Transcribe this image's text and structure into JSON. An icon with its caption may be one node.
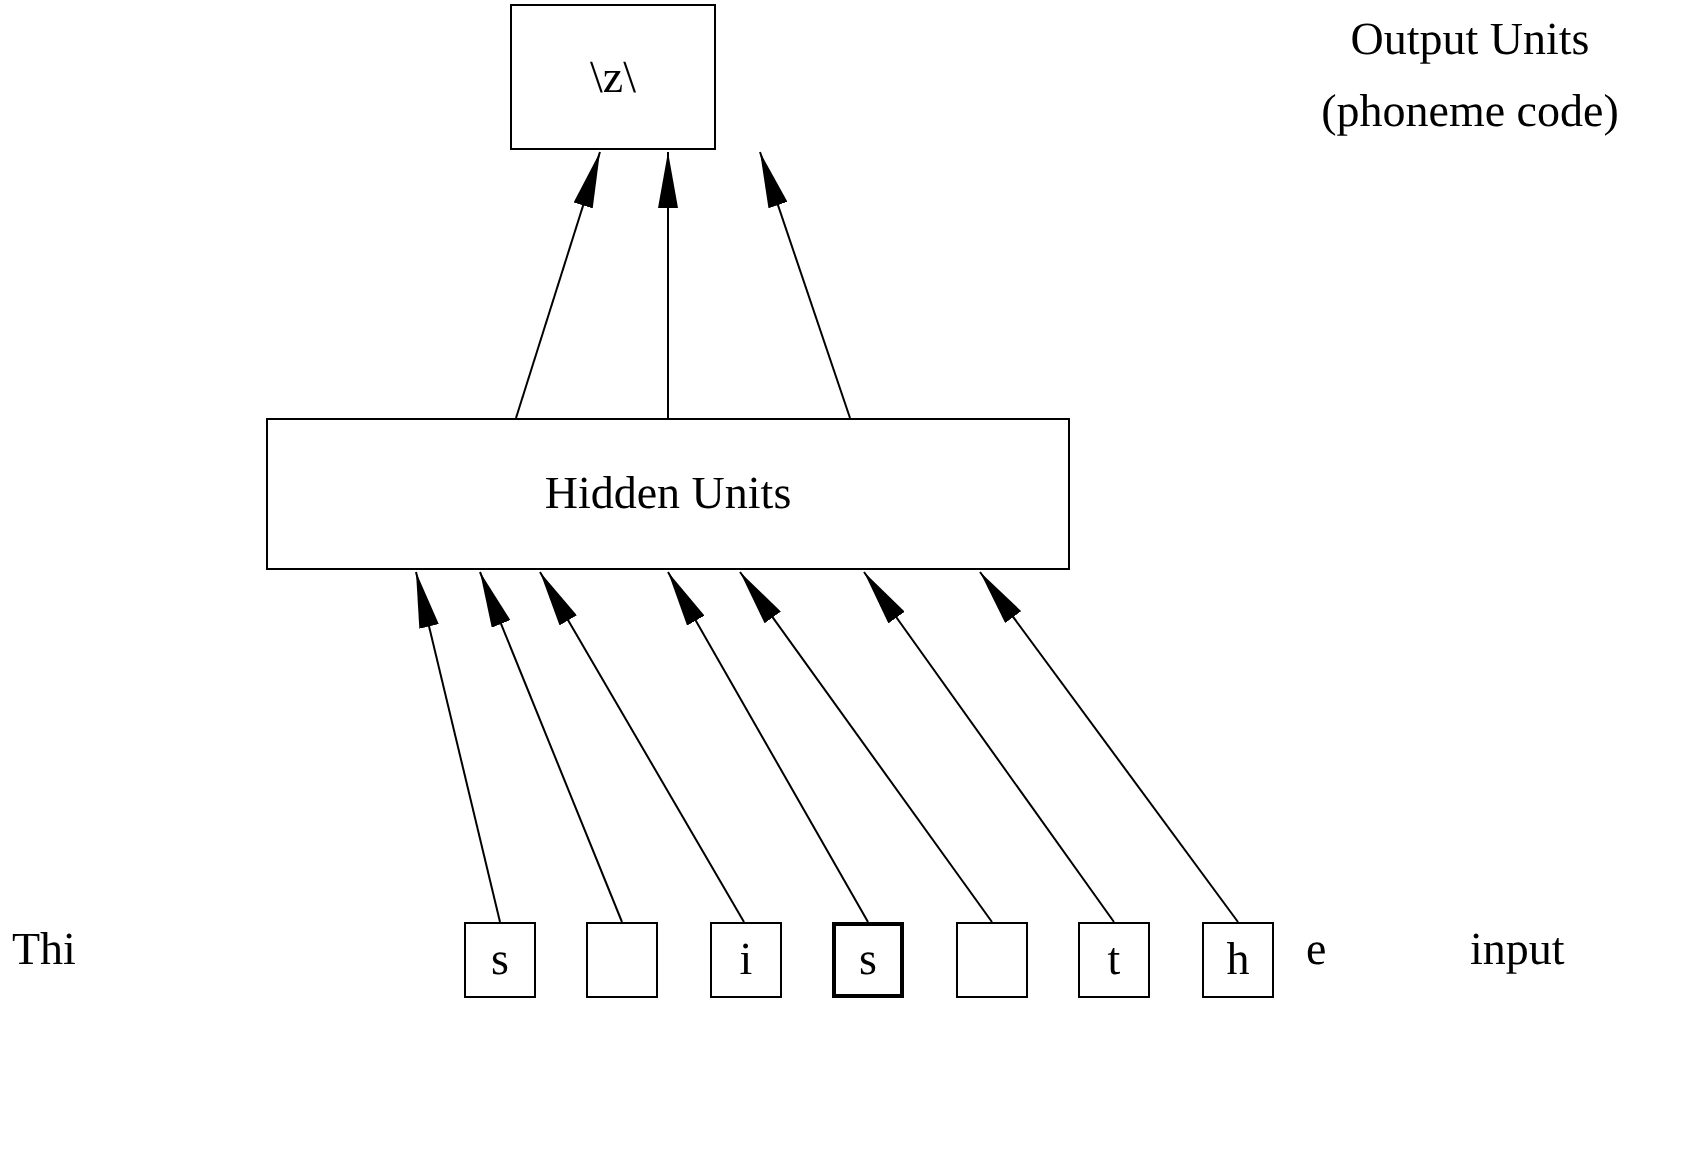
{
  "diagram": {
    "nodes": [
      {
        "text": [
          "\\z\\"
        ]
      },
      {
        "text": [
          "Hidden Units"
        ]
      },
      {
        "text": [
          "s"
        ]
      },
      {
        "text": [],
        "shape": "box"
      },
      {
        "text": [
          "i"
        ]
      },
      {
        "text": [
          "s"
        ]
      },
      {
        "text": [],
        "shape": "box"
      },
      {
        "text": [
          "t"
        ]
      },
      {
        "text": [
          "h"
        ]
      }
    ],
    "edges": [
      {
        "from": 1,
        "to": 0,
        "arrow": "to"
      },
      {
        "from": 1,
        "to": 0,
        "arrow": "to"
      },
      {
        "from": 1,
        "to": 0,
        "arrow": "to"
      },
      {
        "from": 2,
        "to": 1,
        "arrow": "to"
      },
      {
        "from": 3,
        "to": 1,
        "arrow": "to"
      },
      {
        "from": 4,
        "to": 1,
        "arrow": "to"
      },
      {
        "from": 5,
        "to": 1,
        "arrow": "to"
      },
      {
        "from": 6,
        "to": 1,
        "arrow": "to"
      },
      {
        "from": 7,
        "to": 1,
        "arrow": "to"
      },
      {
        "from": 8,
        "to": 1,
        "arrow": "to"
      }
    ],
    "labels": [
      "Output Units (phoneme code)",
      "Thi",
      "e",
      "input"
    ]
  }
}
